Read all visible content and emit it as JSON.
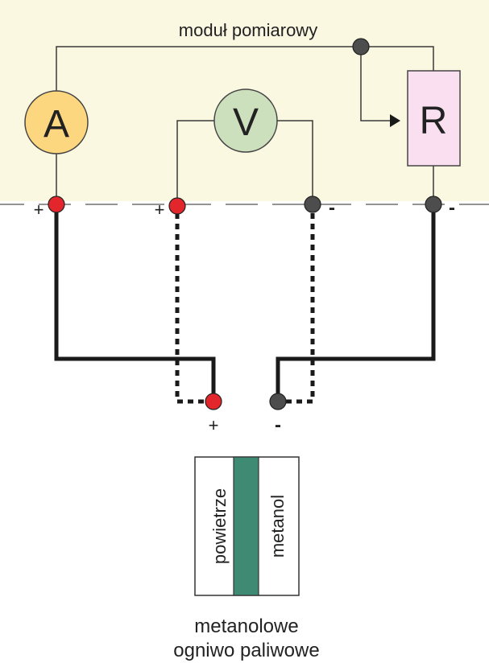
{
  "module": {
    "title": "moduł pomiarowy",
    "background": "#fbf8e2",
    "border": "#555555"
  },
  "meters": {
    "ammeter": {
      "symbol": "A",
      "fill": "#fcd77f"
    },
    "voltmeter": {
      "symbol": "V",
      "fill": "#cde0bd"
    },
    "resistor": {
      "symbol": "R",
      "fill": "#f9dff0"
    }
  },
  "terminals": {
    "ammeter_plus": "+",
    "voltmeter_plus": "+",
    "voltmeter_minus": "-",
    "resistor_minus": "-"
  },
  "cell": {
    "plus": "+",
    "minus": "-",
    "left_label": "powietrze",
    "right_label": "metanol",
    "membrane_color": "#3f8a72",
    "caption_line1": "metanolowe",
    "caption_line2": "ogniwo paliwowe"
  },
  "colors": {
    "positive": "#e3262b",
    "negative": "#4d4d4d",
    "wire": "#1a1a1a",
    "thin_wire": "#3a3a3a"
  }
}
